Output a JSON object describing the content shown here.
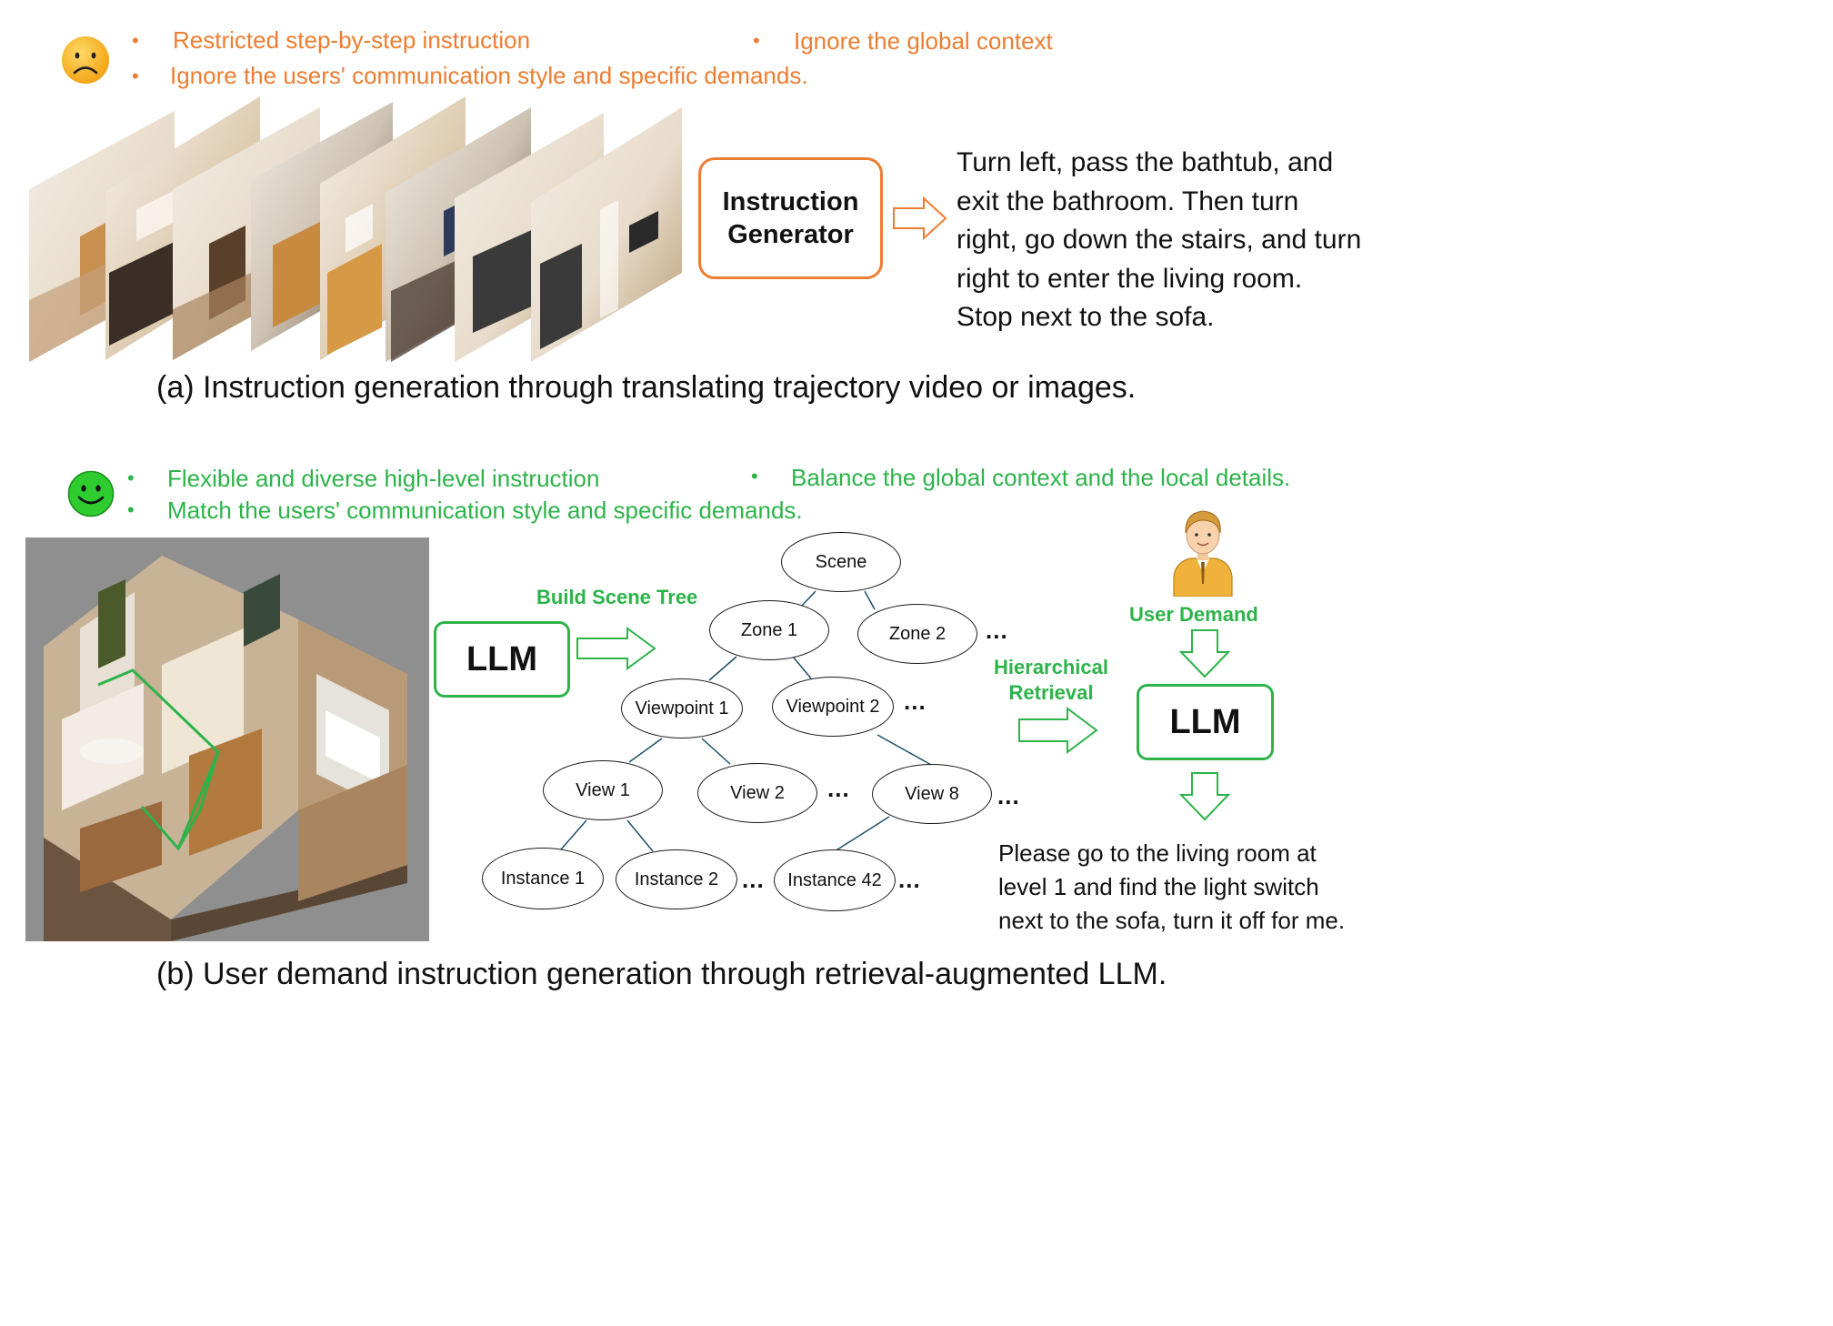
{
  "panel_a": {
    "bullets": [
      "Restricted step-by-step instruction",
      "Ignore the global context",
      "Ignore the users' communication style and specific demands."
    ],
    "generator_label_line1": "Instruction",
    "generator_label_line2": "Generator",
    "output_lines": [
      "Turn left, pass the bathtub, and",
      "exit the bathroom. Then turn",
      "right, go down the stairs, and turn",
      "right to enter the living room.",
      "Stop next to the sofa."
    ],
    "caption": "(a) Instruction generation through translating trajectory video or images."
  },
  "panel_b": {
    "bullets": [
      "Flexible and diverse high-level instruction",
      "Balance the global context and the local details.",
      "Match the users' communication style and specific demands."
    ],
    "llm_left": "LLM",
    "build_label": "Build  Scene Tree",
    "tree": {
      "scene": "Scene",
      "zone1": "Zone 1",
      "zone2": "Zone 2",
      "viewpoint1": "Viewpoint 1",
      "viewpoint2": "Viewpoint 2",
      "view1": "View 1",
      "view2": "View 2",
      "view8": "View 8",
      "instance1": "Instance 1",
      "instance2": "Instance 2",
      "instance42": "Instance 42",
      "ellipsis": "..."
    },
    "retrieval_label_line1": "Hierarchical",
    "retrieval_label_line2": "Retrieval",
    "user_demand_label": "User Demand",
    "llm_right": "LLM",
    "request_lines": [
      "Please go to the living room at",
      "level 1 and find the light switch",
      "next to the sofa, turn it off for me."
    ],
    "caption": "(b) User demand instruction generation through retrieval-augmented LLM."
  },
  "colors": {
    "negative": "#ED7D31",
    "positive": "#2DB34A",
    "sad_face": "#F5B324",
    "happy_face": "#2ECC2E"
  },
  "icons": [
    "sad-face-icon",
    "happy-face-icon",
    "user-avatar-icon",
    "arrow-right-icon",
    "arrow-down-icon"
  ]
}
